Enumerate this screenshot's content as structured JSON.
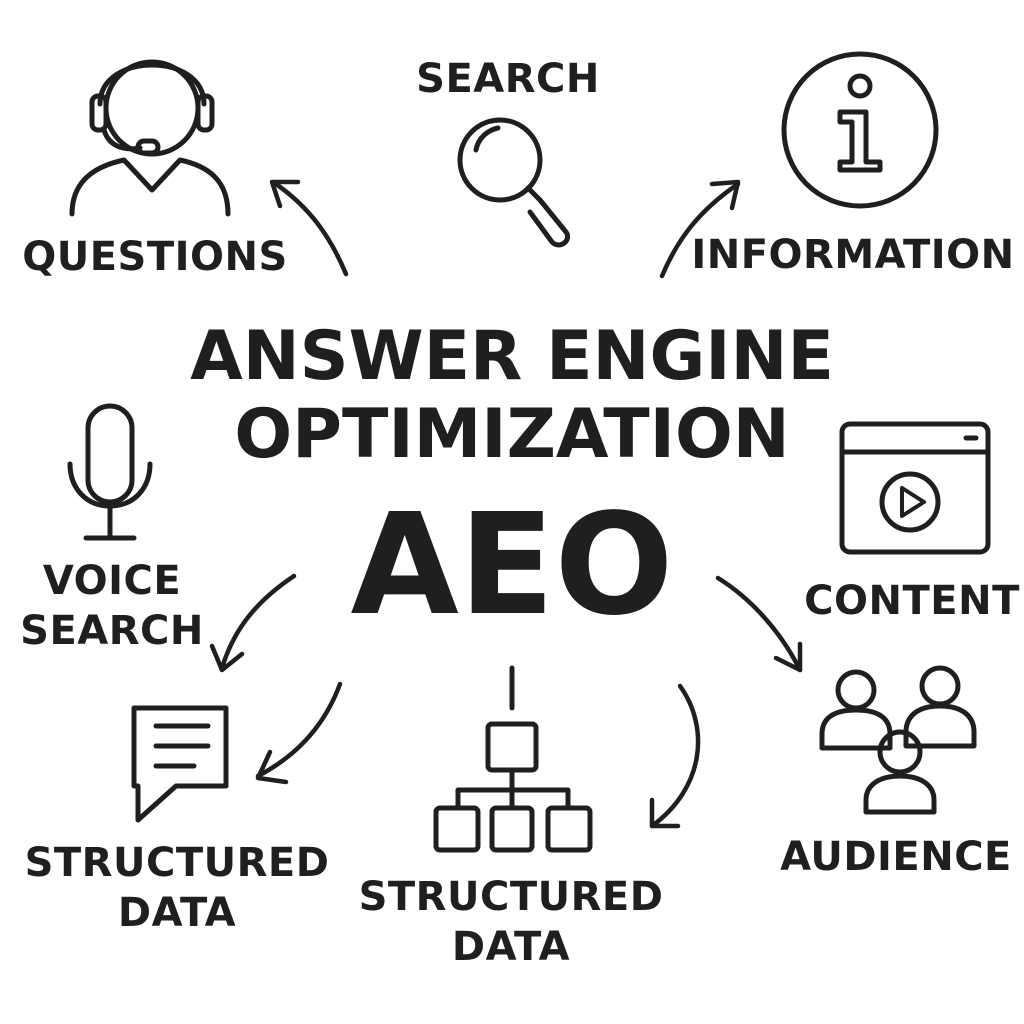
{
  "title": {
    "line1": "ANSWER ENGINE",
    "line2": "OPTIMIZATION",
    "acronym": "AEO"
  },
  "nodes": {
    "questions": {
      "label": "QUESTIONS",
      "icon": "headset-person-icon"
    },
    "search": {
      "label": "SEARCH",
      "icon": "magnifying-glass-icon"
    },
    "information": {
      "label": "INFORMATION",
      "icon": "info-icon"
    },
    "voice_search": {
      "line1": "VOICE",
      "line2": "SEARCH",
      "icon": "microphone-icon"
    },
    "content": {
      "label": "CONTENT",
      "icon": "video-window-icon"
    },
    "structured_data_left": {
      "line1": "STRUCTURED",
      "line2": "DATA",
      "icon": "speech-bubble-icon"
    },
    "structured_data_center": {
      "line1": "STRUCTURED",
      "line2": "DATA",
      "icon": "hierarchy-icon"
    },
    "audience": {
      "label": "AUDIENCE",
      "icon": "people-group-icon"
    }
  },
  "colors": {
    "ink": "#1f1f1f",
    "background": "#ffffff"
  }
}
